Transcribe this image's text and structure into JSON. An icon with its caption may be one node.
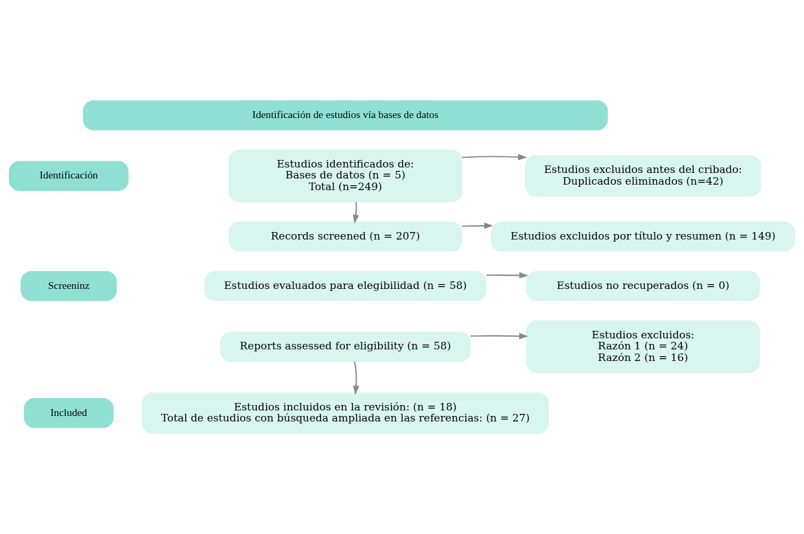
{
  "diagram": {
    "nodes": [
      {
        "text": [
          "Identificación de estudios vía bases de datos"
        ]
      },
      {
        "text": [
          "Identificación"
        ]
      },
      {
        "text": [
          "Estudios identificados de:",
          "Bases de datos (n = 5)",
          "Total (n=249)"
        ]
      },
      {
        "text": [
          "Estudios excluidos antes del cribado:",
          "Duplicados eliminados (n=42)"
        ]
      },
      {
        "text": [
          "Screeninz"
        ]
      },
      {
        "text": [
          "Records screened (n = 207)"
        ]
      },
      {
        "text": [
          "Estudios excluidos por título y resumen (n = 149)"
        ]
      },
      {
        "text": [
          "Estudios evaluados para elegibilidad (n = 58)"
        ]
      },
      {
        "text": [
          "Estudios no recuperados (n = 0)"
        ]
      },
      {
        "text": [
          "Reports assessed for eligibility (n = 58)"
        ]
      },
      {
        "text": [
          "Estudios excluidos:",
          "Razón 1 (n = 24)",
          "Razón 2 (n = 16)"
        ]
      },
      {
        "text": [
          "Included"
        ]
      },
      {
        "text": [
          "Estudios incluidos en la revisión: (n = 18)",
          "Total de estudios con búsqueda ampliada en las referencias: (n = 27)"
        ]
      }
    ],
    "edges": [
      {
        "from": 2,
        "to": 3,
        "arrow": "to"
      },
      {
        "from": 2,
        "to": 5,
        "arrow": "to"
      },
      {
        "from": 5,
        "to": 6,
        "arrow": "to"
      },
      {
        "from": 7,
        "to": 8,
        "arrow": "to"
      },
      {
        "from": 9,
        "to": 10,
        "arrow": "to"
      },
      {
        "from": 9,
        "to": 12,
        "arrow": "to"
      }
    ]
  }
}
